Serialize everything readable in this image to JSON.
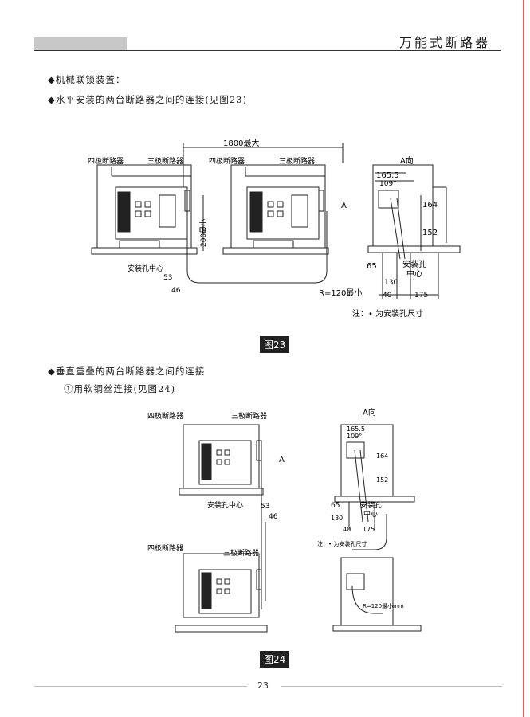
{
  "header": {
    "title": "万能式断路器"
  },
  "sections": {
    "interlock": "◆机械联锁装置：",
    "horizontal": "◆水平安装的两台断路器之间的连接(见图23)",
    "vertical": "◆垂直重叠的两台断路器之间的连接",
    "vertical_sub": "①用软钢丝连接(见图24)"
  },
  "fig23": {
    "caption": "图23",
    "four_pole": "四极断路器",
    "three_pole": "三极断路器",
    "four_pole_2": "四极断路器",
    "three_pole_2": "三极断路器",
    "max_dist": "1800最大",
    "min_200": "200最小",
    "mount_center": "安装孔中心",
    "dim_53": "53",
    "dim_46": "46",
    "radius": "R=120最小",
    "arrow_a": "A",
    "view_a": "A向",
    "dim_165": "165.5",
    "dim_109": "109°",
    "dim_164": "164",
    "dim_152": "152",
    "dim_65": "65",
    "hole_center_1": "安装孔",
    "hole_center_2": "中心",
    "dim_130": "130",
    "dim_40": "40",
    "dim_175": "175",
    "note": "注：• 为安装孔尺寸"
  },
  "fig24": {
    "caption": "图24",
    "four_pole": "四极断路器",
    "three_pole": "三极断路器",
    "four_pole_2": "四极断路器",
    "three_pole_2": "三极断路器",
    "mount_center": "安装孔中心",
    "dim_53": "53",
    "dim_46": "46",
    "arrow_a": "A",
    "view_a": "A向",
    "dim_165": "165.5",
    "dim_109": "109°",
    "dim_164": "164",
    "dim_152": "152",
    "dim_65": "65",
    "hole_center_1": "安装孔",
    "hole_center_2": "中心",
    "dim_130": "130",
    "dim_40": "40",
    "dim_175": "175",
    "note": "注：• 为安装孔尺寸",
    "radius": "R=120最小mm"
  },
  "footer": {
    "page": "23"
  }
}
